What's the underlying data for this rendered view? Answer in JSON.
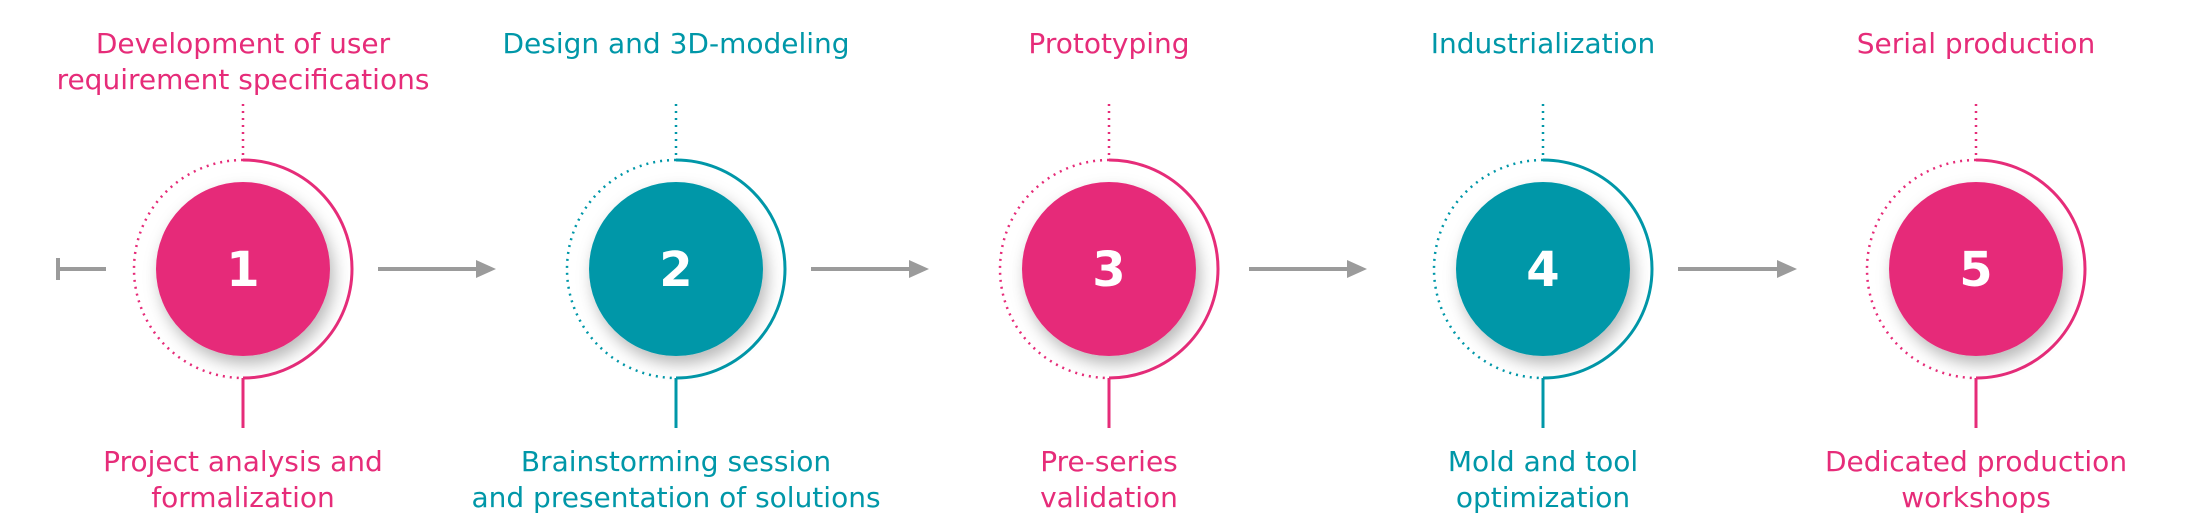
{
  "colors": {
    "pink": "#e62c79",
    "teal": "#0097a8",
    "arrow": "#9b9b9b",
    "number_text": "#ffffff"
  },
  "steps": [
    {
      "number": "1",
      "color": "pink",
      "top_label": "Development of user\nrequirement specifications",
      "bottom_label": "Project analysis and\nformalization"
    },
    {
      "number": "2",
      "color": "teal",
      "top_label": "Design and 3D-modeling",
      "bottom_label": "Brainstorming session\nand presentation of solutions"
    },
    {
      "number": "3",
      "color": "pink",
      "top_label": "Prototyping",
      "bottom_label": "Pre-series\nvalidation"
    },
    {
      "number": "4",
      "color": "teal",
      "top_label": "Industrialization",
      "bottom_label": "Mold and tool\noptimization"
    },
    {
      "number": "5",
      "color": "pink",
      "top_label": "Serial production",
      "bottom_label": "Dedicated production\nworkshops"
    }
  ]
}
